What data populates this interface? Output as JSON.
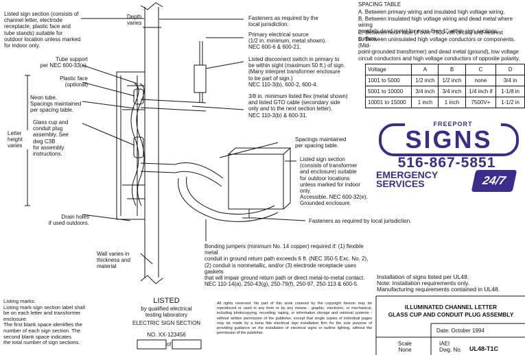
{
  "left_notes": {
    "sign_section": "Listed sign section (consists of\nchannel letter, electrode\nreceptacle, plastic face and\ntube stands) suitable for\noutdoor location unless marked\nfor indoor only.",
    "tube_support": "Tube support\nper NEC 600-33(c).",
    "plastic_face": "Plastic face\n(optional)",
    "neon_tube": "Neon tube.\nSpacings maintained\nper spacing table.",
    "glass_cup": "Glass cup and\nconduit plug\nassembly. See\ndwg C3B\nfor assembly\ninstructions.",
    "letter_height": "Letter\nheight\nvaries",
    "drain_holes": "Drain holes\nif used outdoors.",
    "wall": "Wall varies in\nthickness and\nmaterial",
    "depth": "Depth\nvaries"
  },
  "right_notes": {
    "fasteners_top": "Fasteners as required by the\nlocal jurisdiction.",
    "primary_source": "Primary electrical source\n(1/2 in. minimum, metal shown).\nNEC 600-6 & 600-21.",
    "disconnect": "Listed disconnect switch in primary to\nbe within sight (maximum 50 ft.) of sign.\n(Many interpret transformer enclosure\nto be part of sign.)\nNEC 110-3(b), 600-2, 600-4.",
    "flex": "3/8 in. minimum listed flex (metal shown)\nand listed GTO cable (secondary side\nonly and to the next section letter).\nNEC 110-3(b) & 600-31.",
    "spacings": "Spacings maintained\nper spacing table.",
    "transformer": "Listed sign section\n(consists of transformer\nand enclosure) suitable\nfor outdoor locations\nunless marked for indoor only.\nAccessible. NEC 600-32(e).\nGrounded enclosure.",
    "fasteners_bottom": "Fasteners as required by local jurisdiction.",
    "bonding": "Bonding jumpers (minimum No. 14 copper) required if: (1) flexible metal\nconduit in ground return path exceeds 6 ft. (NEC 350-5 Exc. No. 2),\n(2) conduit is nonmetallic, and/or (3) electrode receptacle uses gaskets\nthat will impair ground return path or direct metal-to-metal contact.\nNEC 110-14(a), 250-43(g), 250-79(f), 250-97, 250-113 & 600-5."
  },
  "spacing": {
    "heading": "SPACING TABLE",
    "items": [
      "A.  Between primary wiring and insulated high voltage wiring.",
      "B.  Between insulated high voltage wiring and dead metal where wiring\n      parallels dead metal for more than 1\" within sign sections.",
      "C.  Between neon tube (if over 7500 volt circuit) and nearest surface.",
      "D.  Between uninsulated high voltage conductors or components. (Mid-\n      point-grounded transformer) and dead metal (ground), low voltage\n      circuit conductors and high voltage conductors of opposite polarity."
    ],
    "columns": [
      "Voltage",
      "A",
      "B",
      "C",
      "D"
    ],
    "rows": [
      [
        "1001 to 5000",
        "1/2 inch",
        "1/2 inch",
        "none",
        "3/4 in"
      ],
      [
        "5001 to 10000",
        "3/4 inch",
        "3/4 inch",
        "1/4 inch if",
        "1-1/8 in"
      ],
      [
        "10001 to 15000",
        "1 inch",
        "1 inch",
        "7500V+",
        "1-1/2 in"
      ]
    ]
  },
  "logo": {
    "top": "FREEPORT",
    "name": "SIGNS",
    "phone": "516-867-5851",
    "emergency": "EMERGENCY\nSERVICES",
    "hours": "24/7",
    "color": "#3b2c8c"
  },
  "installation_note": "Installation of signs listed per UL48.\nNote: Installation requirements only.\nManufacturing requirements contained in UL48.",
  "listing_marks": "Listing marks:\nListing mark sign section label shall\nbe on each letter and transformer\nenclosure.\nThe first blank space identifies the\nnumber of each sign section. The\nsecond blank space indicates\nthe total number of sign sections.",
  "listed_label": {
    "title": "LISTED",
    "by": "by qualified electrical\ntesting laboratory",
    "section": "ELECTRIC SIGN SECTION",
    "number": "NO. XX-123456",
    "of": "of"
  },
  "copyright": "All rights reserved. No part of this work covered by the copyright hereon may be reproduced or used in any form or by any means - graphic, electronic, or mechanical, including photocopying, recording, taping, or information storage and retrieval systems - without written permission of the publisher, except that single copies of individual pages may be made by a bona fide electrical sign installation firm for the sole purpose of providing guidance on the installation of electrical signs or outline lighting, without the permission of the publisher.",
  "title_block": {
    "title": "ILLUMINATED CHANNEL LETTER\nGLASS CUP AND CONDUIT PLUG ASSEMBLY",
    "date": "Date: October 1994",
    "scale_label": "Scale",
    "scale_value": "None",
    "org": "IAEI",
    "dwg_label": "Dwg. No.",
    "dwg_no": "UL48-T1C"
  }
}
